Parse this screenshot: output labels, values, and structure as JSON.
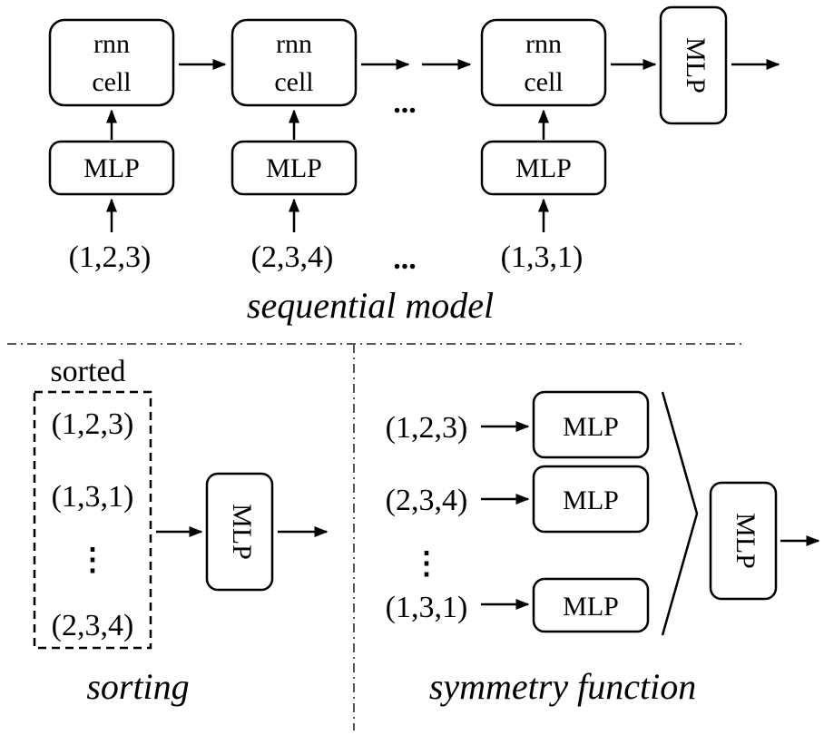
{
  "sequential": {
    "caption": "sequential model",
    "cell_line1": "rnn",
    "cell_line2": "cell",
    "mlp": "MLP",
    "tuple1": "(1,2,3)",
    "tuple2": "(2,3,4)",
    "tuple3": "(1,3,1)",
    "ellipsis": "...",
    "final_mlp": "MLP"
  },
  "sorting": {
    "caption": "sorting",
    "sorted_label": "sorted",
    "tuple1": "(1,2,3)",
    "tuple2": "(1,3,1)",
    "tuple3": "(2,3,4)",
    "vdots": "⋮",
    "mlp": "MLP"
  },
  "symmetry": {
    "caption": "symmetry function",
    "tuple1": "(1,2,3)",
    "tuple2": "(2,3,4)",
    "tuple3": "(1,3,1)",
    "vdots": "⋮",
    "mlp": "MLP",
    "final_mlp": "MLP"
  }
}
